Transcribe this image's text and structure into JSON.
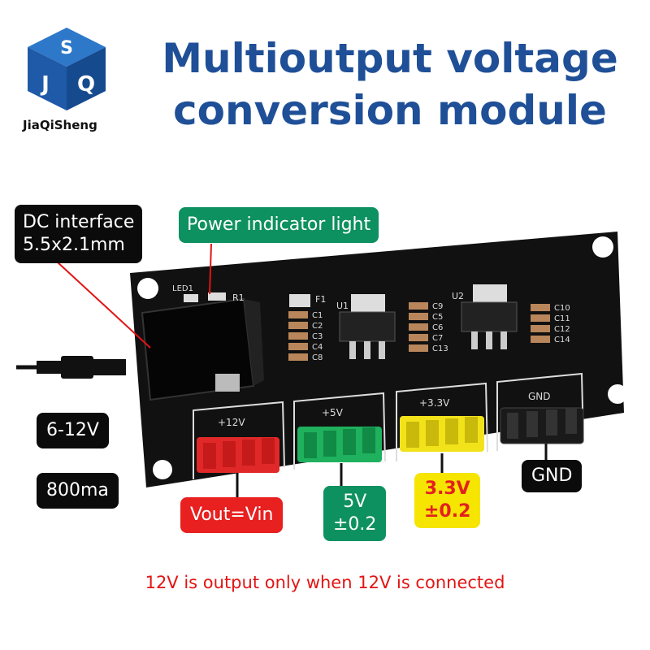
{
  "brand": {
    "name": "JiaQiSheng",
    "logo_letters": "JQS"
  },
  "title": {
    "line1": "Multioutput voltage",
    "line2": "conversion module"
  },
  "callouts": {
    "dc_interface": {
      "line1": "DC interface",
      "line2": "5.5x2.1mm"
    },
    "power_indicator": "Power indicator light",
    "input_range": "6-12V",
    "current": "800ma",
    "vout": "Vout=Vin",
    "v5": {
      "line1": "5V",
      "line2": "±0.2"
    },
    "v33": {
      "line1": "3.3V",
      "line2": "±0.2"
    },
    "gnd": "GND"
  },
  "board_labels": {
    "header_12v": "+12V",
    "header_5v": "+5V",
    "header_33v": "+3.3V",
    "header_gnd": "GND",
    "led1": "LED1",
    "r1": "R1",
    "f1": "F1",
    "u1": "U1",
    "u2": "U2",
    "caps_left": [
      "C1",
      "C2",
      "C3",
      "C4",
      "C8"
    ],
    "caps_mid": [
      "C9",
      "C5",
      "C6",
      "C7",
      "C13"
    ],
    "caps_right": [
      "C10",
      "C11",
      "C12",
      "C14"
    ]
  },
  "note": "12V is output only when 12V is connected",
  "colors": {
    "title": "#1f4f97",
    "green": "#0e9160",
    "red": "#e82020",
    "yellow": "#f5e500",
    "note": "#e31414"
  }
}
